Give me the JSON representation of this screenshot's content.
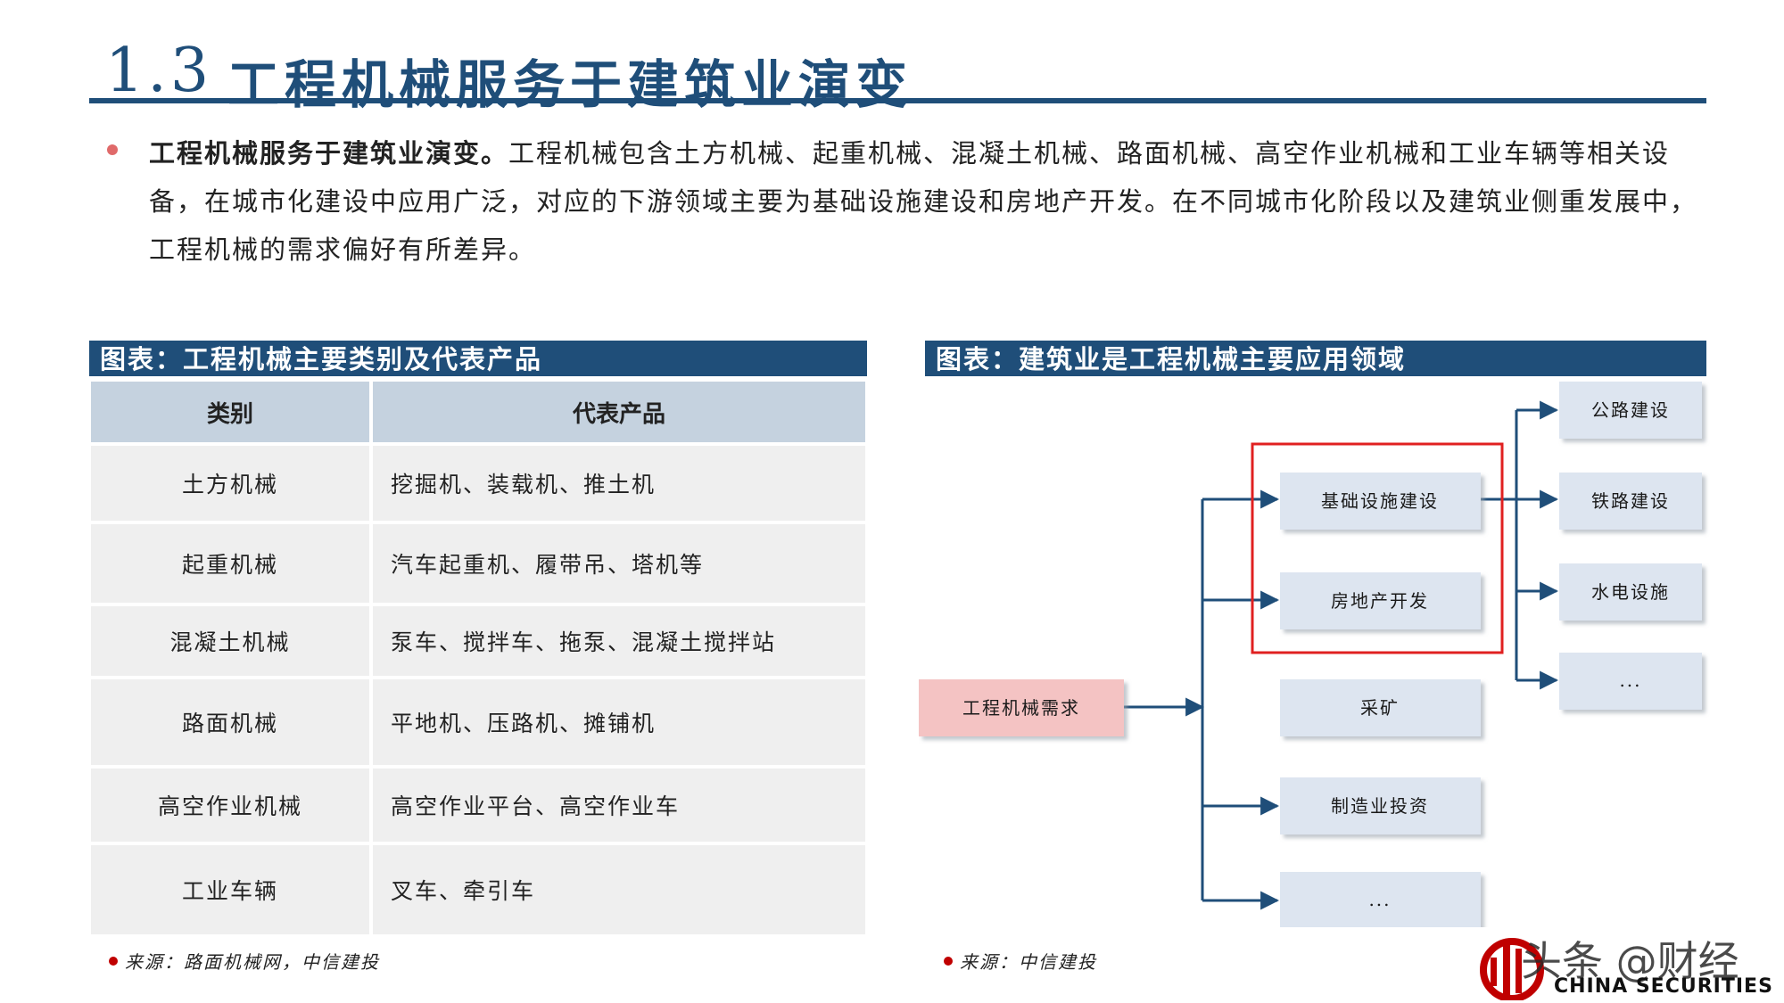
{
  "title": {
    "number": "1.3",
    "text": "工程机械服务于建筑业演变"
  },
  "intro": {
    "lead": "工程机械服务于建筑业演变。",
    "body": "工程机械包含土方机械、起重机械、混凝土机械、路面机械、高空作业机械和工业车辆等相关设备，在城市化建设中应用广泛，对应的下游领域主要为基础设施建设和房地产开发。在不同城市化阶段以及建筑业侧重发展中，工程机械的需求偏好有所差异。"
  },
  "left_panel": {
    "header": "图表：工程机械主要类别及代表产品",
    "columns": [
      "类别",
      "代表产品"
    ],
    "rows": [
      [
        "土方机械",
        "挖掘机、装载机、推土机"
      ],
      [
        "起重机械",
        "汽车起重机、履带吊、塔机等"
      ],
      [
        "混凝土机械",
        "泵车、搅拌车、拖泵、混凝土搅拌站"
      ],
      [
        "路面机械",
        "平地机、压路机、摊铺机"
      ],
      [
        "高空作业机械",
        "高空作业平台、高空作业车"
      ],
      [
        "工业车辆",
        "叉车、牵引车"
      ]
    ],
    "source": "来源：路面机械网，中信建投"
  },
  "right_panel": {
    "header": "图表：建筑业是工程机械主要应用领域",
    "root": "工程机械需求",
    "mid": [
      "基础设施建设",
      "房地产开发",
      "采矿",
      "制造业投资",
      "..."
    ],
    "leaf": [
      "公路建设",
      "铁路建设",
      "水电设施",
      "..."
    ],
    "source": "来源：中信建投",
    "colors": {
      "root_fill": "#f4c3c3",
      "node_fill": "#dde5f0",
      "arrow": "#1f4e79",
      "highlight": "#e02020"
    }
  },
  "logo": {
    "text": "CHINA SECURITIES",
    "watermark": "头条 @财经"
  }
}
